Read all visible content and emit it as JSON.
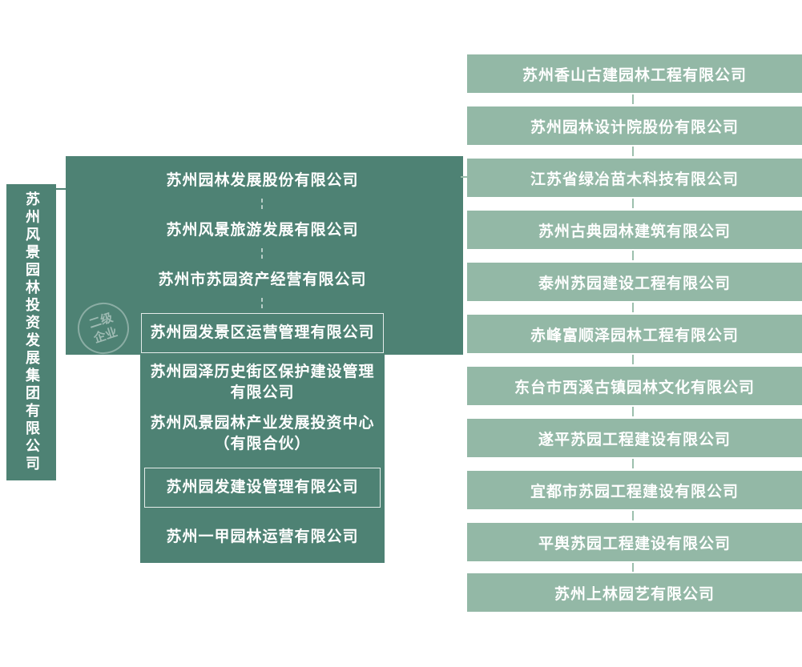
{
  "colors": {
    "dark_green": "#4e8274",
    "light_green": "#93b8a6",
    "text": "#ffffff"
  },
  "root_company": "苏州风景园林投资发展集团有限公司",
  "watermark": {
    "line1": "二级",
    "line2": "企业"
  },
  "middle_companies": [
    "苏州园林发展股份有限公司",
    "苏州风景旅游发展有限公司",
    "苏州市苏园资产经营有限公司",
    "苏州园发景区运营管理有限公司",
    "苏州园泽历史街区保护建设管理\n有限公司",
    "苏州风景园林产业发展投资中心\n（有限合伙）",
    "苏州园发建设管理有限公司",
    "苏州一甲园林运营有限公司"
  ],
  "right_companies": [
    "苏州香山古建园林工程有限公司",
    "苏州园林设计院股份有限公司",
    "江苏省绿冶苗木科技有限公司",
    "苏州古典园林建筑有限公司",
    "泰州苏园建设工程有限公司",
    "赤峰富顺泽园林工程有限公司",
    "东台市西溪古镇园林文化有限公司",
    "遂平苏园工程建设有限公司",
    "宜都市苏园工程建设有限公司",
    "平舆苏园工程建设有限公司",
    "苏州上林园艺有限公司"
  ]
}
